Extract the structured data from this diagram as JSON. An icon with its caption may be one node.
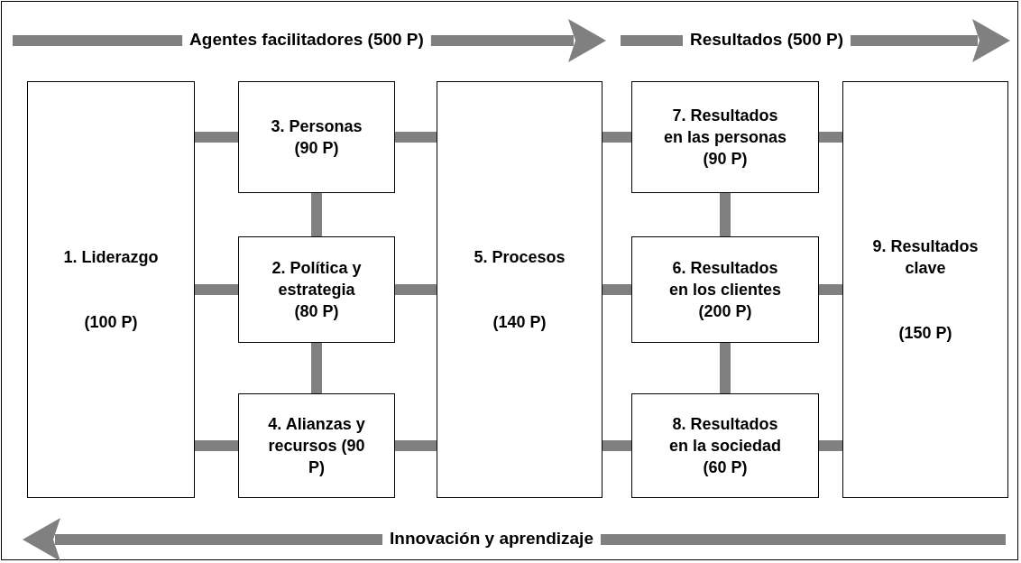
{
  "diagram": {
    "nodes": [
      {
        "text": [
          "1. Liderazgo",
          "(100 P)"
        ]
      },
      {
        "text": [
          "3. Personas (90 P)"
        ]
      },
      {
        "text": [
          "2. Política y estrategia (80 P)"
        ]
      },
      {
        "text": [
          "4. Alianzas y recursos (90 P)"
        ]
      },
      {
        "text": [
          "5. Procesos",
          "(140 P)"
        ]
      },
      {
        "text": [
          "7. Resultados en las personas (90 P)"
        ]
      },
      {
        "text": [
          "6. Resultados en los clientes (200 P)"
        ]
      },
      {
        "text": [
          "8. Resultados en la sociedad (60 P)"
        ]
      },
      {
        "text": [
          "9. Resultados clave",
          "(150 P)"
        ]
      }
    ],
    "edges": [
      {
        "from": 0,
        "to": 1,
        "arrow": "none"
      },
      {
        "from": 0,
        "to": 2,
        "arrow": "none"
      },
      {
        "from": 0,
        "to": 3,
        "arrow": "none"
      },
      {
        "from": 1,
        "to": 2,
        "arrow": "none"
      },
      {
        "from": 2,
        "to": 3,
        "arrow": "none"
      },
      {
        "from": 1,
        "to": 4,
        "arrow": "none"
      },
      {
        "from": 2,
        "to": 4,
        "arrow": "none"
      },
      {
        "from": 3,
        "to": 4,
        "arrow": "none"
      },
      {
        "from": 4,
        "to": 5,
        "arrow": "none"
      },
      {
        "from": 4,
        "to": 6,
        "arrow": "none"
      },
      {
        "from": 4,
        "to": 7,
        "arrow": "none"
      },
      {
        "from": 5,
        "to": 6,
        "arrow": "none"
      },
      {
        "from": 6,
        "to": 7,
        "arrow": "none"
      },
      {
        "from": 5,
        "to": 8,
        "arrow": "none"
      },
      {
        "from": 6,
        "to": 8,
        "arrow": "none"
      },
      {
        "from": 7,
        "to": 8,
        "arrow": "none"
      }
    ],
    "labels": [
      "Agentes facilitadores (500 P)",
      "Resultados (500 P)",
      "Innovación y aprendizaje"
    ]
  }
}
